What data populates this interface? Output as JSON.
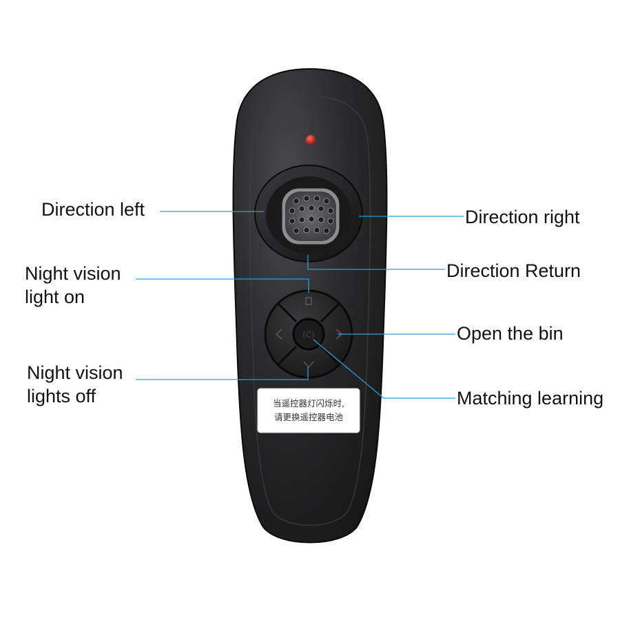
{
  "callouts": {
    "direction_left": "Direction left",
    "direction_right": "Direction right",
    "night_vision_on_line1": "Night vision",
    "night_vision_on_line2": "light on",
    "direction_return": "Direction Return",
    "open_the_bin": "Open the bin",
    "night_vision_off_line1": "Night vision",
    "night_vision_off_line2": "lights off",
    "matching_learning": "Matching learning"
  },
  "sticker": {
    "line1": "当遥控器灯闪烁时,",
    "line2": "请更换遥控器电池"
  },
  "colors": {
    "leader_line": "#2a9fd6",
    "remote_body": "#1f1f21",
    "indicator_led": "#d01818",
    "background": "#ffffff"
  }
}
